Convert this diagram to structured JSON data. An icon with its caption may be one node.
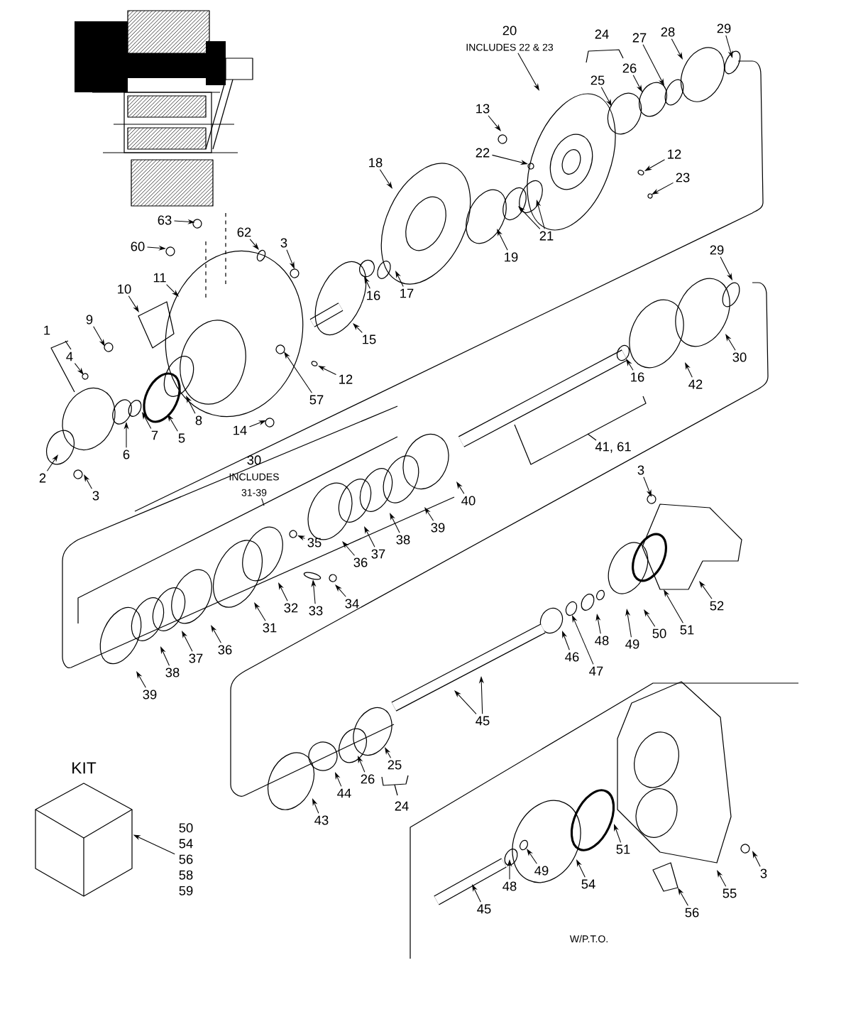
{
  "diagram": {
    "nodes": [
      {
        "text": [
          "20",
          "INCLUDES 22 & 23"
        ]
      },
      {
        "text": [
          "13"
        ]
      },
      {
        "text": [
          "22"
        ]
      },
      {
        "text": [
          "25"
        ]
      },
      {
        "text": [
          "26"
        ]
      },
      {
        "text": [
          "27"
        ]
      },
      {
        "text": [
          "28"
        ]
      },
      {
        "text": [
          "29"
        ]
      },
      {
        "text": [
          "12"
        ]
      },
      {
        "text": [
          "23"
        ]
      },
      {
        "text": [
          "18"
        ]
      },
      {
        "text": [
          "21"
        ]
      },
      {
        "text": [
          "19"
        ]
      },
      {
        "text": [
          "63"
        ]
      },
      {
        "text": [
          "62"
        ]
      },
      {
        "text": [
          "3"
        ]
      },
      {
        "text": [
          "60"
        ]
      },
      {
        "text": [
          "11"
        ]
      },
      {
        "text": [
          "16"
        ]
      },
      {
        "text": [
          "17"
        ]
      },
      {
        "text": [
          "10"
        ]
      },
      {
        "text": [
          "9"
        ]
      },
      {
        "text": [
          "15"
        ]
      },
      {
        "text": [
          "4"
        ]
      },
      {
        "text": [
          "12"
        ]
      },
      {
        "text": [
          "8"
        ]
      },
      {
        "text": [
          "57"
        ]
      },
      {
        "text": [
          "29"
        ]
      },
      {
        "text": [
          "14"
        ]
      },
      {
        "text": [
          "7"
        ]
      },
      {
        "text": [
          "5"
        ]
      },
      {
        "text": [
          "6"
        ]
      },
      {
        "text": [
          "30"
        ]
      },
      {
        "text": [
          "16"
        ]
      },
      {
        "text": [
          "42"
        ]
      },
      {
        "text": [
          "2"
        ]
      },
      {
        "text": [
          "3"
        ]
      },
      {
        "text": [
          "30",
          "INCLUDES 31-39"
        ]
      },
      {
        "text": [
          "3"
        ]
      },
      {
        "text": [
          "40"
        ]
      },
      {
        "text": [
          "39"
        ]
      },
      {
        "text": [
          "38"
        ]
      },
      {
        "text": [
          "37"
        ]
      },
      {
        "text": [
          "35"
        ]
      },
      {
        "text": [
          "36"
        ]
      },
      {
        "text": [
          "32"
        ]
      },
      {
        "text": [
          "33"
        ]
      },
      {
        "text": [
          "34"
        ]
      },
      {
        "text": [
          "52"
        ]
      },
      {
        "text": [
          "31"
        ]
      },
      {
        "text": [
          "51"
        ]
      },
      {
        "text": [
          "50"
        ]
      },
      {
        "text": [
          "49"
        ]
      },
      {
        "text": [
          "48"
        ]
      },
      {
        "text": [
          "36"
        ]
      },
      {
        "text": [
          "37"
        ]
      },
      {
        "text": [
          "46"
        ]
      },
      {
        "text": [
          "47"
        ]
      },
      {
        "text": [
          "38"
        ]
      },
      {
        "text": [
          "39"
        ]
      },
      {
        "text": [
          "45"
        ]
      },
      {
        "text": [
          "25"
        ]
      },
      {
        "text": [
          "26"
        ]
      },
      {
        "text": [
          "44"
        ]
      },
      {
        "text": [
          "43"
        ]
      },
      {
        "text": [
          "KIT"
        ]
      },
      {
        "text": [
          "50 54 56 58 59"
        ]
      },
      {
        "text": [
          "51"
        ]
      },
      {
        "text": [
          "49"
        ]
      },
      {
        "text": [
          "3"
        ]
      },
      {
        "text": [
          "54"
        ]
      },
      {
        "text": [
          "48"
        ]
      },
      {
        "text": [
          "55"
        ]
      },
      {
        "text": [
          "45"
        ]
      },
      {
        "text": [
          "56"
        ]
      }
    ],
    "edges": [
      {
        "from": 0,
        "to": null,
        "arrow": "to"
      },
      {
        "from": 1,
        "to": null,
        "arrow": "to"
      },
      {
        "from": 2,
        "to": null,
        "arrow": "to"
      },
      {
        "from": 3,
        "to": null,
        "arrow": "to"
      },
      {
        "from": 4,
        "to": null,
        "arrow": "to"
      },
      {
        "from": 5,
        "to": null,
        "arrow": "to"
      },
      {
        "from": 6,
        "to": null,
        "arrow": "to"
      },
      {
        "from": 7,
        "to": null,
        "arrow": "to"
      },
      {
        "from": 8,
        "to": null,
        "arrow": "to"
      },
      {
        "from": 9,
        "to": null,
        "arrow": "to"
      },
      {
        "from": 10,
        "to": null,
        "arrow": "to"
      },
      {
        "from": 11,
        "to": null,
        "arrow": "to"
      },
      {
        "from": 11,
        "to": null,
        "arrow": "to"
      },
      {
        "from": 12,
        "to": null,
        "arrow": "to"
      },
      {
        "from": 13,
        "to": null,
        "arrow": "to"
      },
      {
        "from": 14,
        "to": null,
        "arrow": "to"
      },
      {
        "from": 15,
        "to": null,
        "arrow": "to"
      },
      {
        "from": 16,
        "to": null,
        "arrow": "to"
      },
      {
        "from": 17,
        "to": null,
        "arrow": "to"
      },
      {
        "from": 18,
        "to": null,
        "arrow": "to"
      },
      {
        "from": 19,
        "to": null,
        "arrow": "to"
      },
      {
        "from": 20,
        "to": null,
        "arrow": "to"
      },
      {
        "from": 21,
        "to": null,
        "arrow": "to"
      },
      {
        "from": 22,
        "to": null,
        "arrow": "to"
      },
      {
        "from": 23,
        "to": null,
        "arrow": "to"
      },
      {
        "from": 24,
        "to": null,
        "arrow": "to"
      },
      {
        "from": 25,
        "to": null,
        "arrow": "to"
      },
      {
        "from": 26,
        "to": null,
        "arrow": "to"
      },
      {
        "from": 27,
        "to": null,
        "arrow": "to"
      },
      {
        "from": 28,
        "to": null,
        "arrow": "to"
      },
      {
        "from": 29,
        "to": null,
        "arrow": "to"
      },
      {
        "from": 30,
        "to": null,
        "arrow": "to"
      },
      {
        "from": 31,
        "to": null,
        "arrow": "to"
      },
      {
        "from": 32,
        "to": null,
        "arrow": "to"
      },
      {
        "from": 33,
        "to": null,
        "arrow": "to"
      },
      {
        "from": 34,
        "to": null,
        "arrow": "to"
      },
      {
        "from": 35,
        "to": null,
        "arrow": "to"
      },
      {
        "from": 36,
        "to": null,
        "arrow": "to"
      },
      {
        "from": 37,
        "to": null,
        "arrow": "none"
      },
      {
        "from": 38,
        "to": null,
        "arrow": "to"
      },
      {
        "from": 39,
        "to": null,
        "arrow": "to"
      },
      {
        "from": 40,
        "to": null,
        "arrow": "to"
      },
      {
        "from": 41,
        "to": null,
        "arrow": "to"
      },
      {
        "from": 42,
        "to": null,
        "arrow": "to"
      },
      {
        "from": 43,
        "to": null,
        "arrow": "to"
      },
      {
        "from": 44,
        "to": null,
        "arrow": "to"
      },
      {
        "from": 45,
        "to": null,
        "arrow": "to"
      },
      {
        "from": 46,
        "to": null,
        "arrow": "to"
      },
      {
        "from": 47,
        "to": null,
        "arrow": "to"
      },
      {
        "from": 48,
        "to": null,
        "arrow": "to"
      },
      {
        "from": 49,
        "to": null,
        "arrow": "to"
      },
      {
        "from": 50,
        "to": null,
        "arrow": "to"
      },
      {
        "from": 51,
        "to": null,
        "arrow": "to"
      },
      {
        "from": 52,
        "to": null,
        "arrow": "to"
      },
      {
        "from": 53,
        "to": null,
        "arrow": "to"
      },
      {
        "from": 54,
        "to": null,
        "arrow": "to"
      },
      {
        "from": 55,
        "to": null,
        "arrow": "to"
      },
      {
        "from": 56,
        "to": null,
        "arrow": "to"
      },
      {
        "from": 57,
        "to": null,
        "arrow": "to"
      },
      {
        "from": 58,
        "to": null,
        "arrow": "to"
      },
      {
        "from": 59,
        "to": null,
        "arrow": "to"
      },
      {
        "from": 60,
        "to": null,
        "arrow": "to"
      },
      {
        "from": 60,
        "to": null,
        "arrow": "to"
      },
      {
        "from": 61,
        "to": null,
        "arrow": "to"
      },
      {
        "from": 62,
        "to": null,
        "arrow": "to"
      },
      {
        "from": 63,
        "to": null,
        "arrow": "to"
      },
      {
        "from": 64,
        "to": null,
        "arrow": "to"
      },
      {
        "from": 66,
        "to": 65,
        "arrow": "to"
      },
      {
        "from": 67,
        "to": null,
        "arrow": "to"
      },
      {
        "from": 68,
        "to": null,
        "arrow": "to"
      },
      {
        "from": 69,
        "to": null,
        "arrow": "to"
      },
      {
        "from": 70,
        "to": null,
        "arrow": "to"
      },
      {
        "from": 71,
        "to": null,
        "arrow": "to"
      },
      {
        "from": 72,
        "to": null,
        "arrow": "to"
      },
      {
        "from": 73,
        "to": null,
        "arrow": "to"
      },
      {
        "from": 74,
        "to": null,
        "arrow": "to"
      }
    ],
    "labels": [
      "24",
      "1",
      "41, 61",
      "24",
      "W/P.T.O."
    ]
  }
}
